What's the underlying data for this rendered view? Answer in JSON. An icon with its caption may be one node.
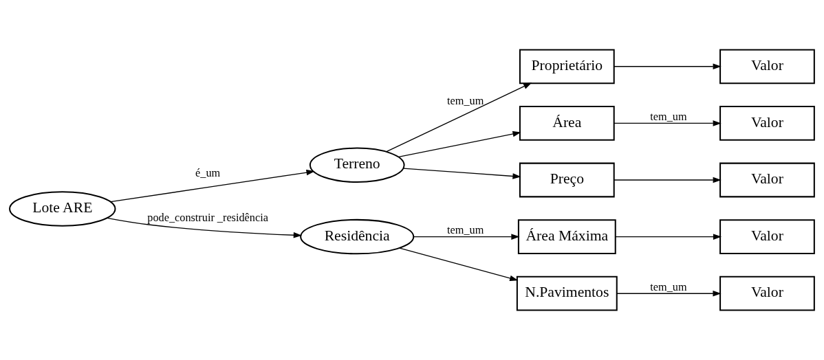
{
  "diagram": {
    "nodes": [
      {
        "text": [
          "Lote ARE"
        ]
      },
      {
        "text": [
          "Terreno"
        ]
      },
      {
        "text": [
          "Residência"
        ]
      },
      {
        "text": [
          "Proprietário"
        ]
      },
      {
        "text": [
          "Área"
        ]
      },
      {
        "text": [
          "Preço"
        ]
      },
      {
        "text": [
          "Área Máxima"
        ]
      },
      {
        "text": [
          "N.Pavimentos"
        ]
      },
      {
        "text": [
          "Valor"
        ]
      },
      {
        "text": [
          "Valor"
        ]
      },
      {
        "text": [
          "Valor"
        ]
      },
      {
        "text": [
          "Valor"
        ]
      },
      {
        "text": [
          "Valor"
        ]
      }
    ],
    "edges": [
      {
        "from": 0,
        "to": 1,
        "arrow": "to",
        "label": "é_um"
      },
      {
        "from": 0,
        "to": 2,
        "arrow": "to",
        "label": "pode_construir _residência"
      },
      {
        "from": 1,
        "to": 3,
        "arrow": "to",
        "label": "tem_um"
      },
      {
        "from": 1,
        "to": 4,
        "arrow": "to"
      },
      {
        "from": 1,
        "to": 5,
        "arrow": "to"
      },
      {
        "from": 3,
        "to": 8,
        "arrow": "to"
      },
      {
        "from": 4,
        "to": 9,
        "arrow": "to",
        "label": "tem_um"
      },
      {
        "from": 5,
        "to": 10,
        "arrow": "to"
      },
      {
        "from": 2,
        "to": 6,
        "arrow": "to",
        "label": "tem_um"
      },
      {
        "from": 2,
        "to": 7,
        "arrow": "to"
      },
      {
        "from": 6,
        "to": 11,
        "arrow": "to"
      },
      {
        "from": 7,
        "to": 12,
        "arrow": "to",
        "label": "tem_um"
      }
    ]
  }
}
